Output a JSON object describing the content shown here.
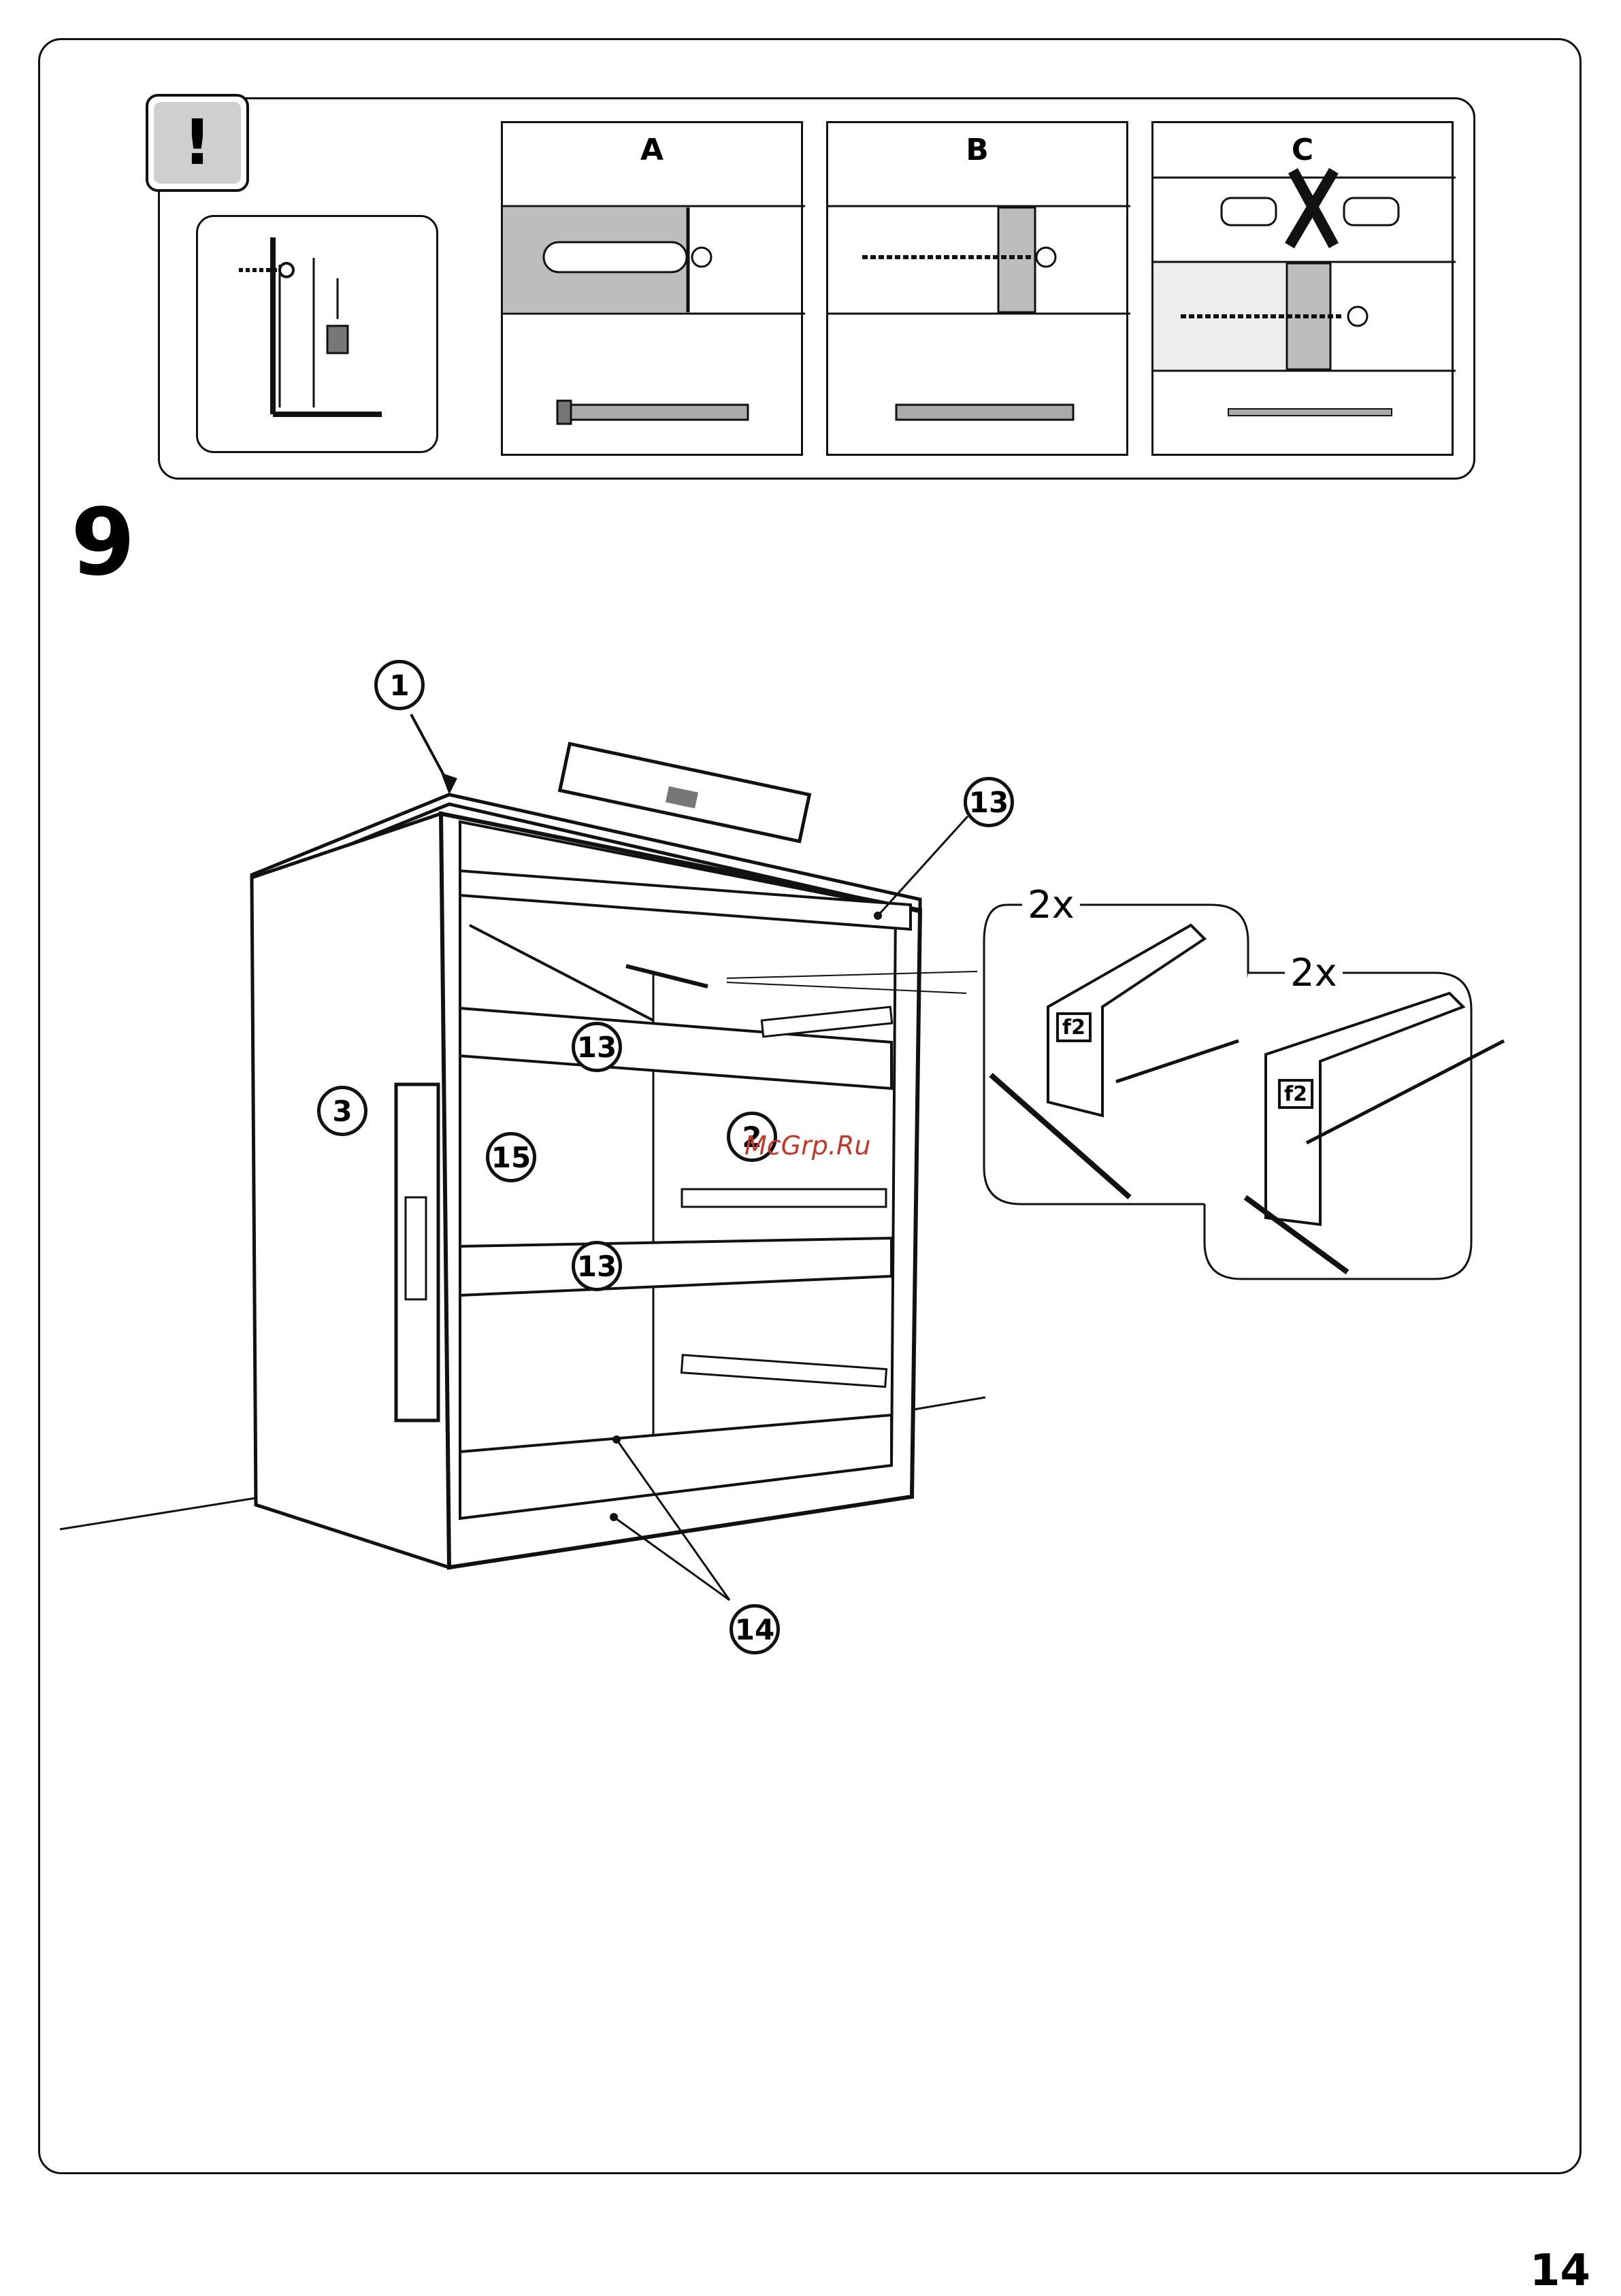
{
  "header": {
    "warning_icon": "exclamation-icon",
    "warning_glyph": "!",
    "options": [
      {
        "label": "A"
      },
      {
        "label": "B"
      },
      {
        "label": "C"
      }
    ]
  },
  "step": {
    "number": "9"
  },
  "callouts": {
    "part_1": "1",
    "part_13_top": "13",
    "part_13_mid": "13",
    "part_13_low": "13",
    "part_3": "3",
    "part_15": "15",
    "part_2": "2",
    "part_14": "14"
  },
  "details": {
    "detail_1_qty": "2x",
    "detail_2_qty": "2x",
    "bracket_label_1": "f2",
    "bracket_label_2": "f2"
  },
  "watermark": "McGrp.Ru",
  "page_number": "14",
  "colors": {
    "line": "#111111",
    "shade": "#cfcfcf",
    "watermark": "#c0392b"
  }
}
